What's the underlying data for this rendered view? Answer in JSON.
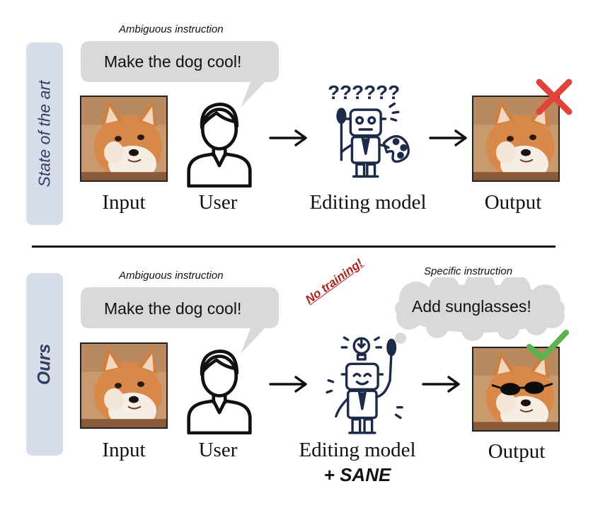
{
  "top_section": {
    "side_label": "State of the art",
    "instruction_caption": "Ambiguous instruction",
    "bubble_text": "Make the dog cool!",
    "labels": {
      "input": "Input",
      "user": "User",
      "model": "Editing model",
      "output": "Output"
    },
    "result_mark": "red-x-icon"
  },
  "bottom_section": {
    "side_label": "Ours",
    "instruction_caption": "Ambiguous instruction",
    "bubble_text": "Make the dog cool!",
    "specific_caption": "Specific instruction",
    "specific_bubble_text": "Add sunglasses!",
    "no_training_text": "No training!",
    "labels": {
      "input": "Input",
      "user": "User",
      "model": "Editing model",
      "model_suffix": "+ SANE",
      "output": "Output"
    },
    "result_mark": "green-check-icon"
  },
  "colors": {
    "side_tab": "#d7deea",
    "side_text": "#2e3f63",
    "bubble": "#d9d9d9",
    "robot": "#1e2b48",
    "no_training": "#a8241c",
    "x_mark": "#e0443a",
    "check_mark": "#5bb14a"
  }
}
